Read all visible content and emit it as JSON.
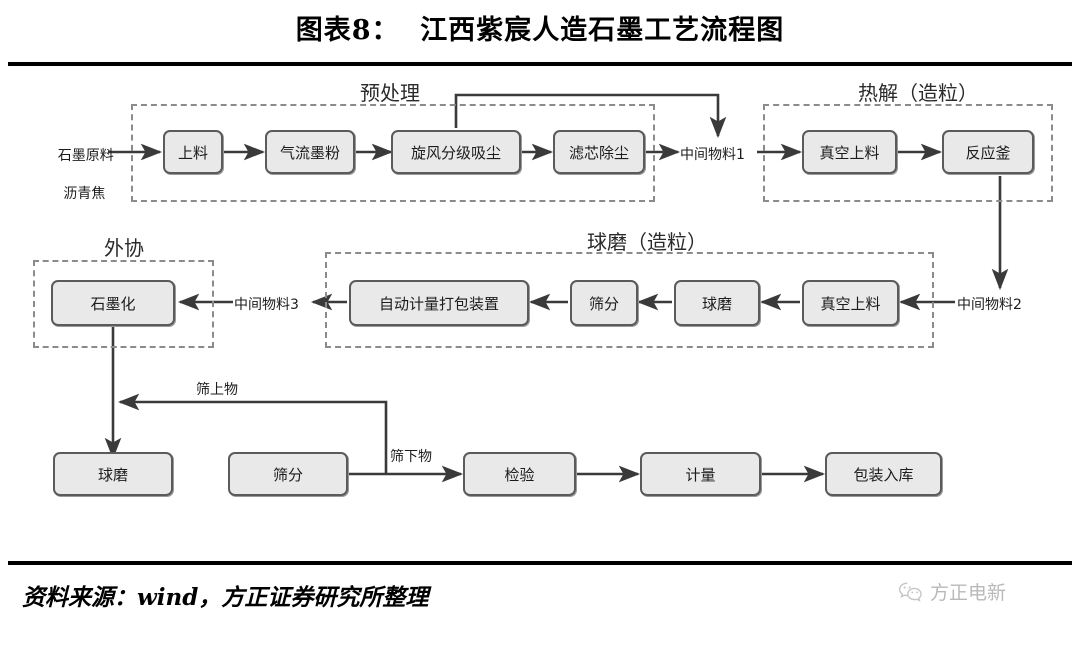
{
  "header": {
    "title": "图表8：  江西紫宸人造石墨工艺流程图"
  },
  "footer": {
    "source": "资料来源：wind，方正证券研究所整理",
    "watermark": "方正电新",
    "watermark_icon": "wechat-icon"
  },
  "diagram": {
    "type": "process-flowchart",
    "groups": [
      {
        "id": "pretreatment",
        "label": "预处理"
      },
      {
        "id": "pyrolysis",
        "label": "热解（造粒）"
      },
      {
        "id": "outsourcing",
        "label": "外协"
      },
      {
        "id": "ballmill",
        "label": "球磨（造粒）"
      }
    ],
    "nodes": [
      {
        "id": "shangliao1",
        "label": "上料"
      },
      {
        "id": "qiliu",
        "label": "气流墨粉"
      },
      {
        "id": "xuanfeng",
        "label": "旋风分级吸尘"
      },
      {
        "id": "lvxin",
        "label": "滤芯除尘"
      },
      {
        "id": "zhenkong1",
        "label": "真空上料"
      },
      {
        "id": "fanyingfu",
        "label": "反应釜"
      },
      {
        "id": "shimohua",
        "label": "石墨化"
      },
      {
        "id": "zidong",
        "label": "自动计量打包装置"
      },
      {
        "id": "shaifen1",
        "label": "筛分"
      },
      {
        "id": "qiumo1",
        "label": "球磨"
      },
      {
        "id": "zhenkong2",
        "label": "真空上料"
      },
      {
        "id": "qiumo2",
        "label": "球磨"
      },
      {
        "id": "shaifen2",
        "label": "筛分"
      },
      {
        "id": "jianyan",
        "label": "检验"
      },
      {
        "id": "jiliang",
        "label": "计量"
      },
      {
        "id": "baozhuang",
        "label": "包装入库"
      }
    ],
    "io_labels": [
      {
        "id": "raw-material",
        "line1": "石墨原料",
        "line2": "沥青焦"
      }
    ],
    "edge_labels": [
      {
        "id": "intermediate-1",
        "label": "中间物料1"
      },
      {
        "id": "intermediate-2",
        "label": "中间物料2"
      },
      {
        "id": "intermediate-3",
        "label": "中间物料3"
      },
      {
        "id": "oversize",
        "label": "筛上物"
      },
      {
        "id": "undersize",
        "label": "筛下物"
      }
    ],
    "colors": {
      "node_fill": "#e9e9e9",
      "node_border": "#5b5b5b",
      "group_border": "#8b8b8b",
      "edge": "#3a3a3a",
      "rule": "#000000",
      "watermark": "#b9b9b9"
    }
  }
}
